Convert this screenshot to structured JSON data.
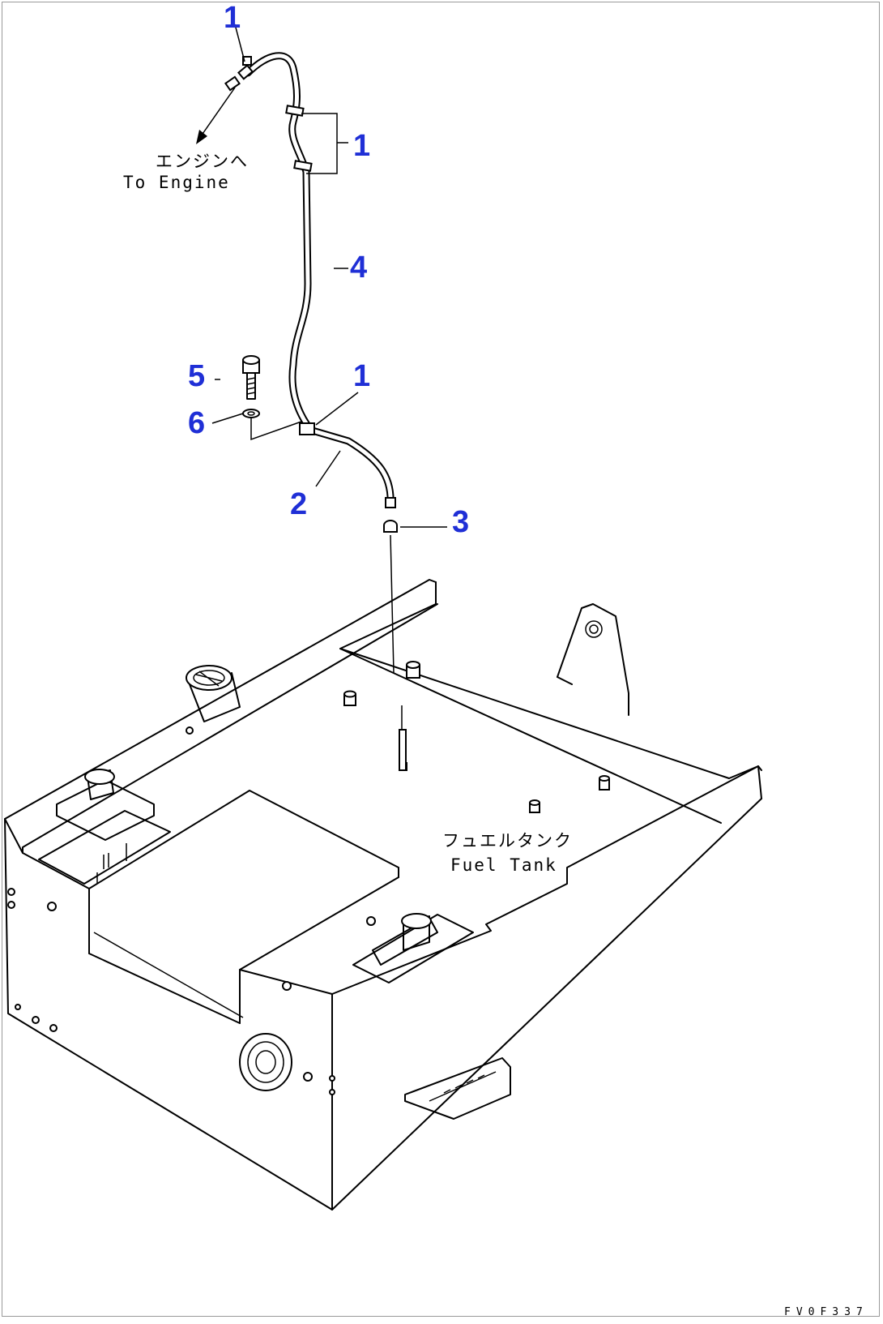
{
  "callouts": {
    "c1_top": "1",
    "c1_bracket": "1",
    "c4": "4",
    "c5": "5",
    "c1_mid": "1",
    "c6": "6",
    "c2": "2",
    "c3": "3"
  },
  "labels": {
    "to_engine_jp": "エンジンへ",
    "to_engine_en": "To Engine",
    "fuel_tank_jp": "フュエルタンク",
    "fuel_tank_en": "Fuel Tank"
  },
  "drawing_code": "FV0F337",
  "colors": {
    "callout": "#1f2fd6",
    "line": "#000000",
    "background": "#ffffff"
  }
}
